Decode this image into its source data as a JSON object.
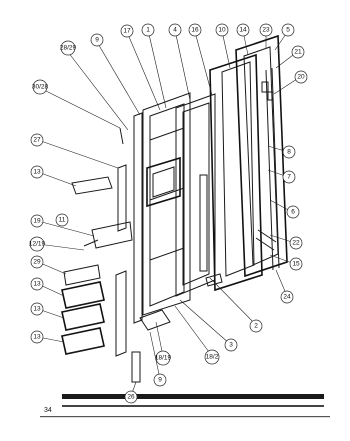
{
  "page_number": "34",
  "callouts": [
    {
      "id": "c1",
      "label": "1"
    },
    {
      "id": "c2",
      "label": "2"
    },
    {
      "id": "c3",
      "label": "3"
    },
    {
      "id": "c4",
      "label": "4"
    },
    {
      "id": "c5",
      "label": "5"
    },
    {
      "id": "c6",
      "label": "6"
    },
    {
      "id": "c7",
      "label": "7"
    },
    {
      "id": "c8",
      "label": "8"
    },
    {
      "id": "c9a",
      "label": "9"
    },
    {
      "id": "c9b",
      "label": "9"
    },
    {
      "id": "c10",
      "label": "10"
    },
    {
      "id": "c11",
      "label": "11"
    },
    {
      "id": "c13a",
      "label": "13"
    },
    {
      "id": "c13b",
      "label": "13"
    },
    {
      "id": "c13c",
      "label": "13"
    },
    {
      "id": "c13d",
      "label": "13"
    },
    {
      "id": "c14",
      "label": "14"
    },
    {
      "id": "c15",
      "label": "15"
    },
    {
      "id": "c16",
      "label": "16"
    },
    {
      "id": "c17",
      "label": "17"
    },
    {
      "id": "c19",
      "label": "19"
    },
    {
      "id": "c20",
      "label": "20"
    },
    {
      "id": "c21",
      "label": "21"
    },
    {
      "id": "c22",
      "label": "22"
    },
    {
      "id": "c23",
      "label": "23"
    },
    {
      "id": "c24",
      "label": "24"
    },
    {
      "id": "c26",
      "label": "26"
    },
    {
      "id": "c27",
      "label": "27"
    },
    {
      "id": "c29",
      "label": "29"
    },
    {
      "id": "c1819",
      "label": "18/19"
    },
    {
      "id": "c1812",
      "label": "18/2"
    },
    {
      "id": "c1219",
      "label": "12/19"
    },
    {
      "id": "c2829",
      "label": "28/29"
    },
    {
      "id": "c3028",
      "label": "30/28"
    }
  ]
}
